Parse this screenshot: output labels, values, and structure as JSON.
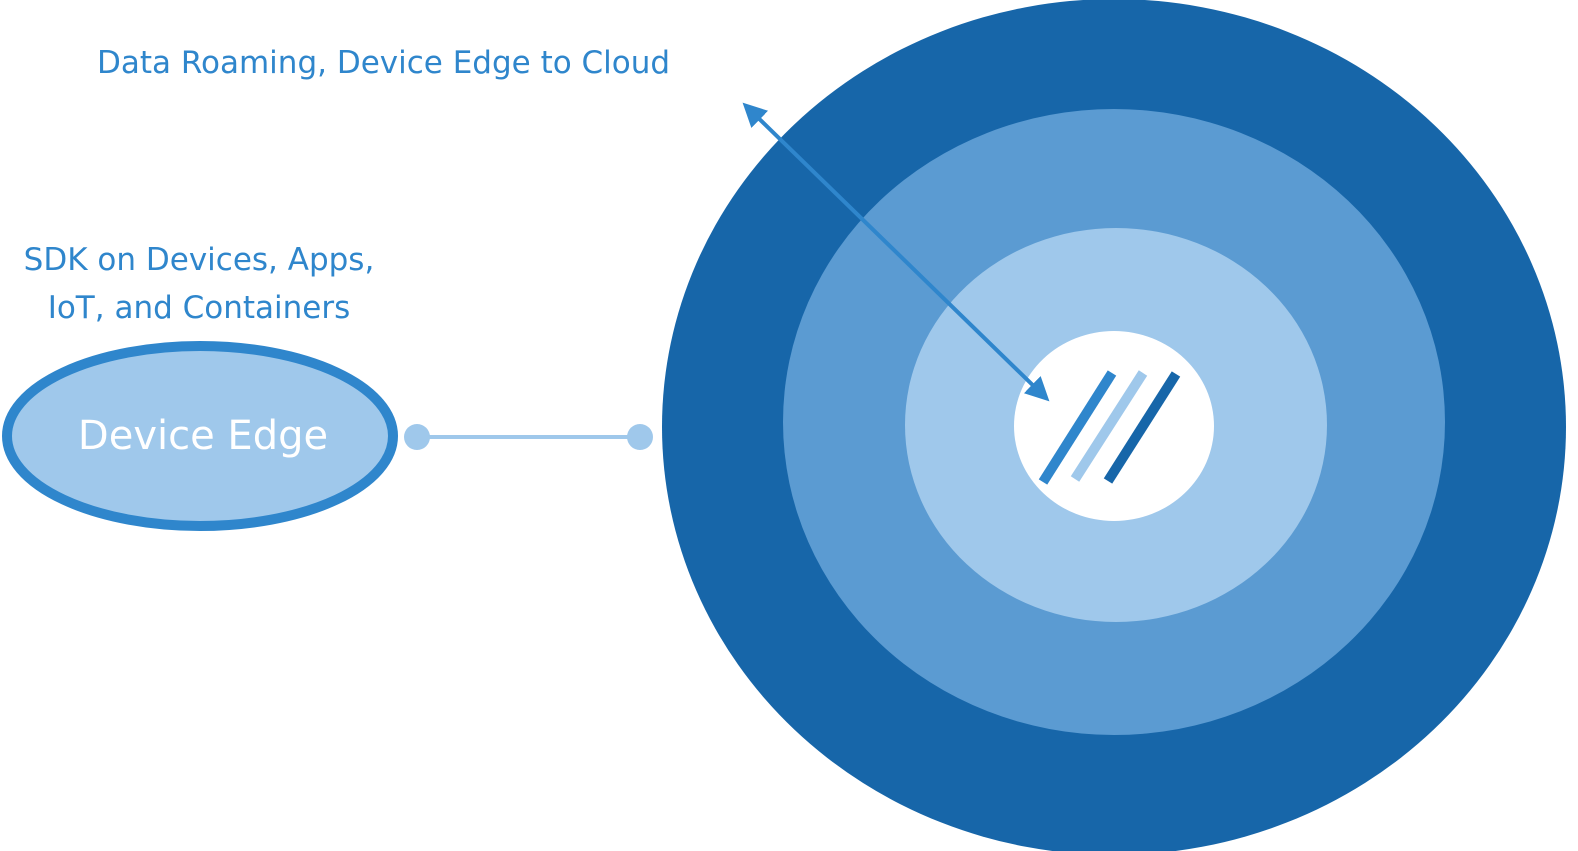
{
  "captions": {
    "data_roaming": "Data Roaming, Device Edge to Cloud",
    "sdk_line_1": "SDK on Devices, Apps,",
    "sdk_line_2": "IoT, and Containers"
  },
  "device_edge": {
    "label": "Device Edge"
  },
  "colors": {
    "outer_ring": "#1766a9",
    "middle_ring": "#5b9bd2",
    "inner_ring": "#9fc8eb",
    "core": "#ffffff",
    "device_edge_fill": "#9fc8eb",
    "device_edge_border": "#2f86cc",
    "connector": "#9fc8eb",
    "arrow": "#2f86cc",
    "text": "#2f86cc",
    "logo_bar_1": "#2f86cc",
    "logo_bar_2": "#9fc8eb",
    "logo_bar_3": "#1766a9"
  },
  "icons": {
    "logo": "triple-slash-logo-icon",
    "arrow": "double-headed-arrow-icon"
  }
}
